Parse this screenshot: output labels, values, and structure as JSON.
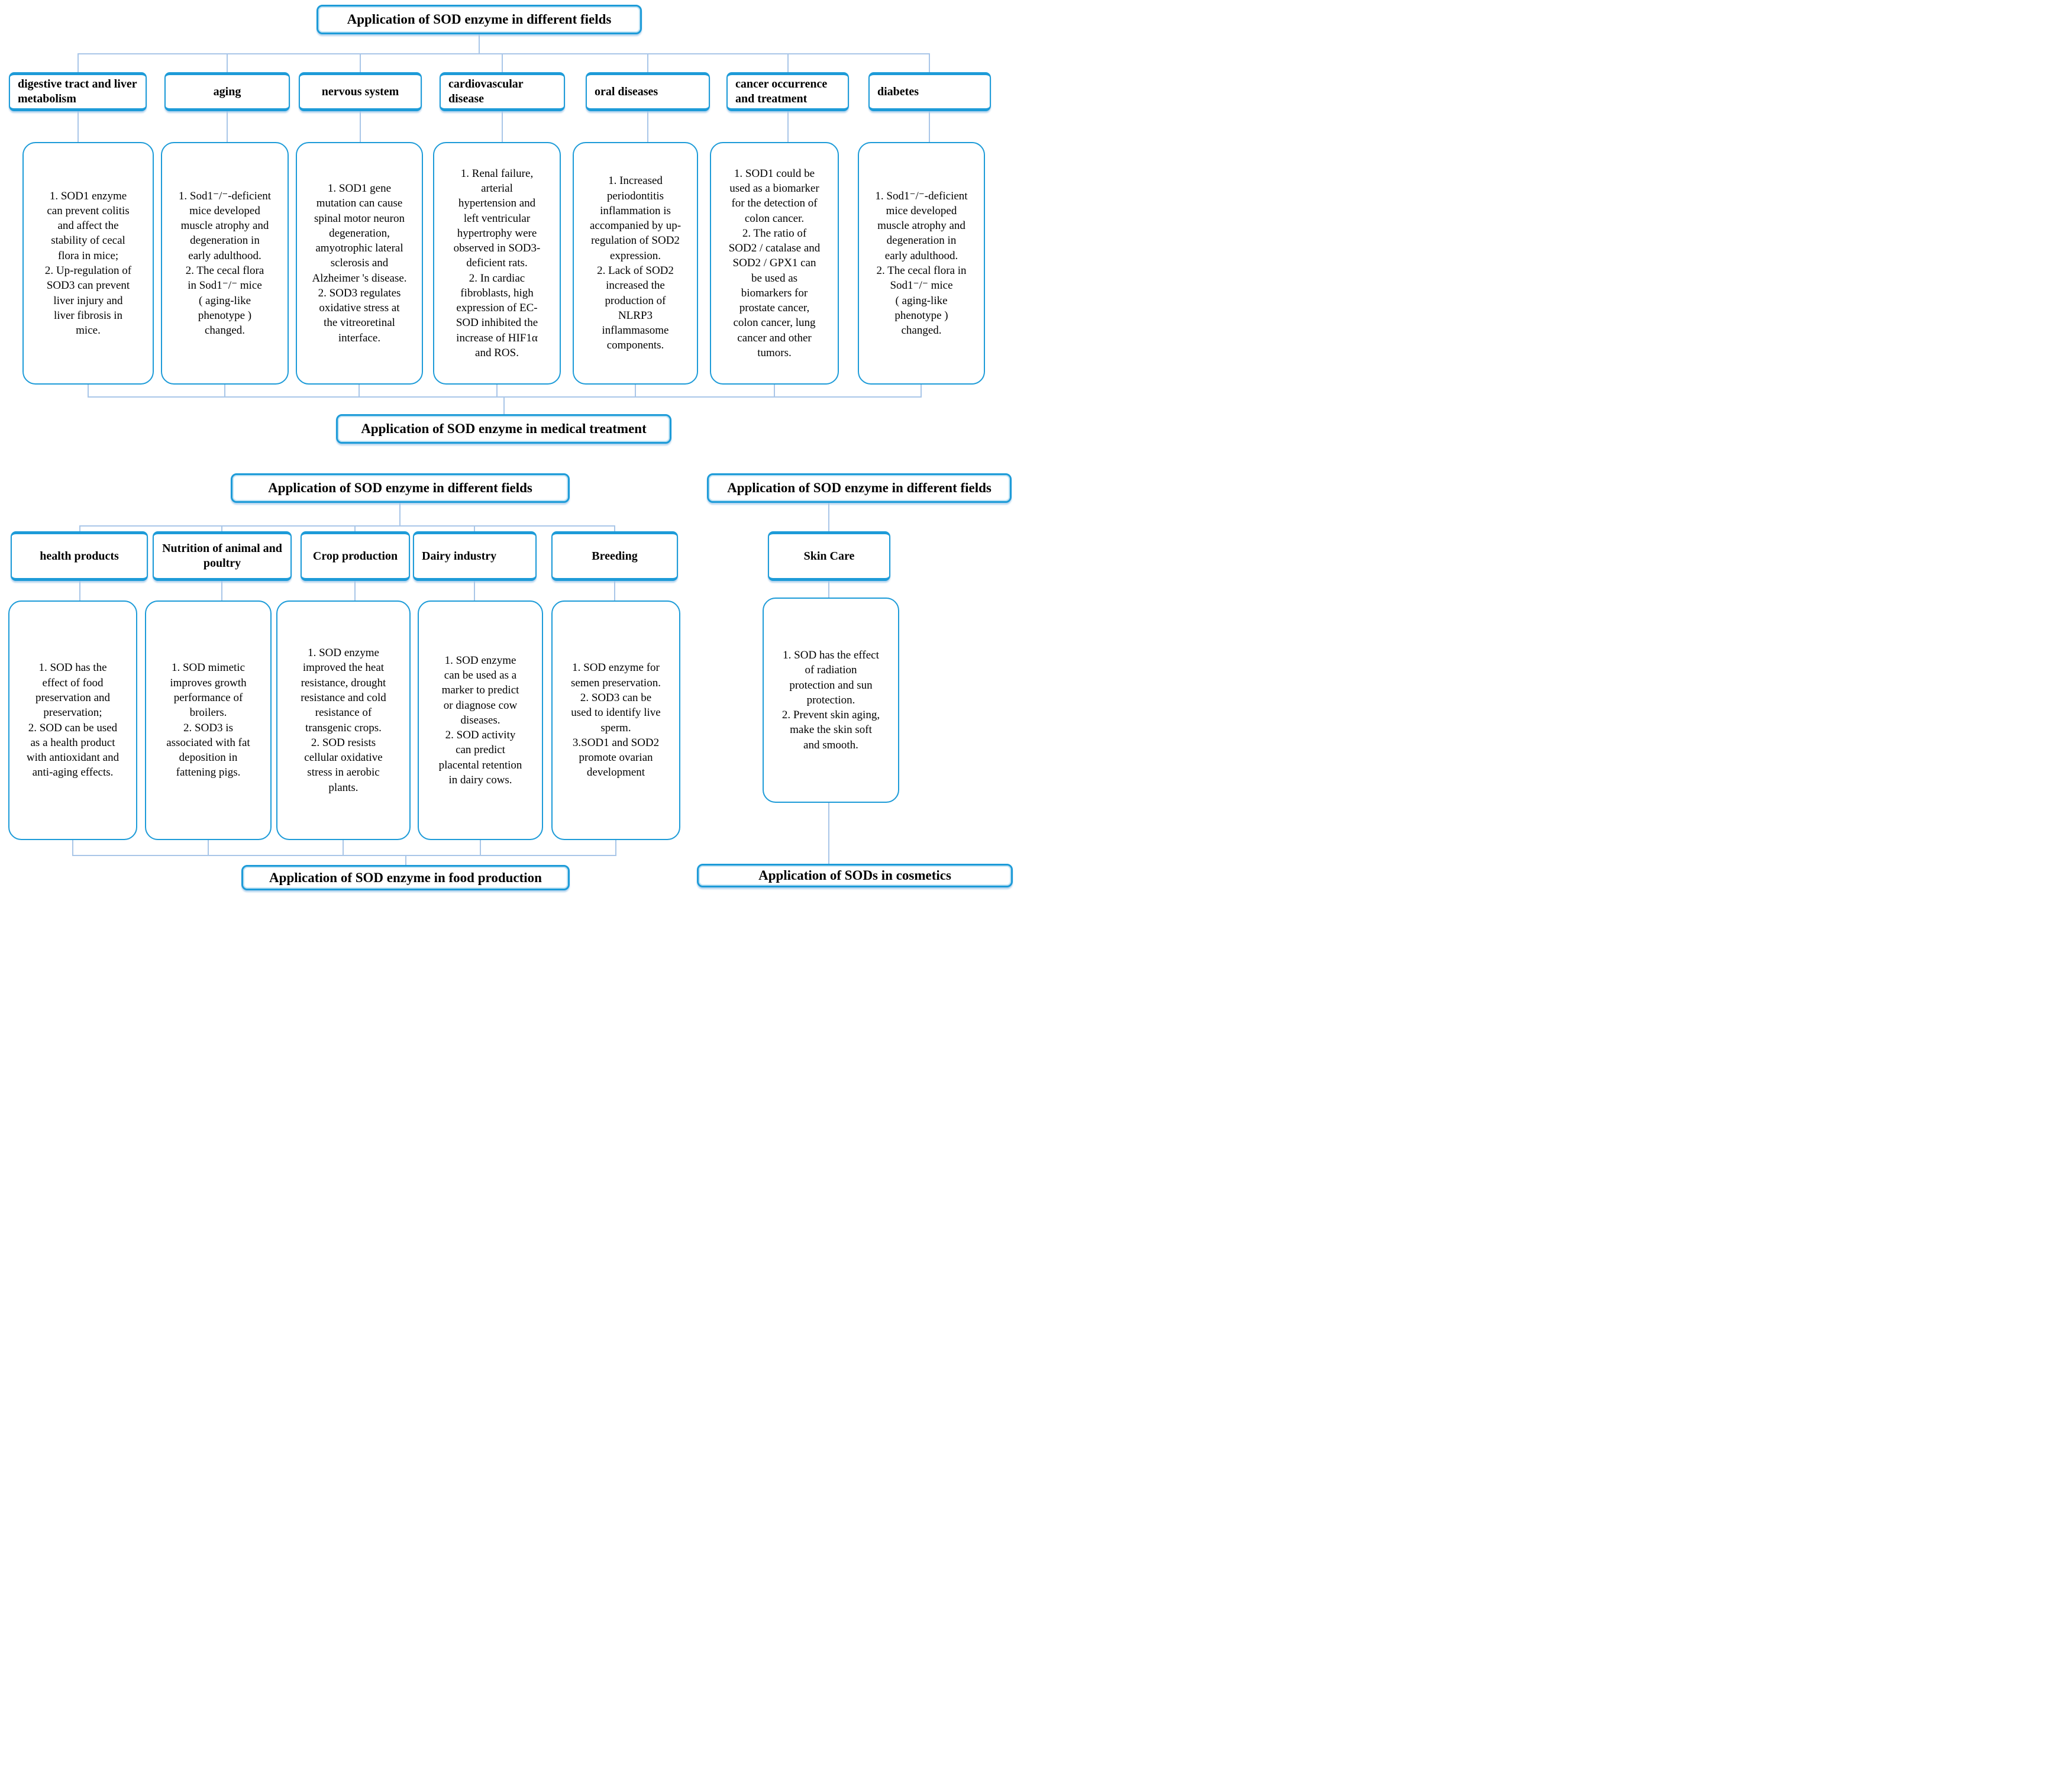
{
  "colors": {
    "box_border_blue": "#1d9bd8",
    "connector_blue": "#a9c6e8",
    "text": "#000000",
    "background": "#ffffff"
  },
  "medical_section": {
    "root_title": "Application of SOD enzyme in different fields",
    "summary_title": "Application of SOD enzyme in medical treatment",
    "branches": [
      {
        "label": "digestive tract and liver metabolism",
        "content": "1. SOD1 enzyme\ncan prevent colitis\nand affect the\nstability of cecal\nflora in mice;\n2. Up-regulation of\nSOD3 can prevent\nliver injury and\nliver fibrosis in\nmice."
      },
      {
        "label": "aging",
        "content": "1. Sod1⁻/⁻-deficient\nmice developed\nmuscle atrophy and\ndegeneration in\nearly adulthood.\n2. The cecal flora\nin Sod1⁻/⁻ mice\n( aging-like\nphenotype )\nchanged."
      },
      {
        "label": "nervous system",
        "content": "1. SOD1 gene\nmutation can cause\nspinal motor neuron\ndegeneration,\namyotrophic lateral\nsclerosis and\nAlzheimer 's disease.\n2. SOD3 regulates\noxidative stress at\nthe vitreoretinal\ninterface."
      },
      {
        "label": "cardiovascular disease",
        "content": "1. Renal failure,\narterial\nhypertension and\nleft ventricular\nhypertrophy were\nobserved in SOD3-\ndeficient rats.\n2. In cardiac\nfibroblasts, high\nexpression of EC-\nSOD inhibited the\nincrease of HIF1α\nand ROS."
      },
      {
        "label": "oral diseases",
        "content": "1. Increased\nperiodontitis\ninflammation is\naccompanied by up-\nregulation of SOD2\nexpression.\n2. Lack of SOD2\nincreased the\nproduction of\nNLRP3\ninflammasome\ncomponents."
      },
      {
        "label": "cancer occurrence and treatment",
        "content": "1. SOD1 could be\nused as a biomarker\nfor the detection of\ncolon cancer.\n2. The ratio of\nSOD2 / catalase and\nSOD2 / GPX1 can\nbe used as\nbiomarkers for\nprostate cancer,\ncolon cancer, lung\ncancer and other\ntumors."
      },
      {
        "label": "diabetes",
        "content": "1. Sod1⁻/⁻-deficient\nmice developed\nmuscle atrophy and\ndegeneration in\nearly adulthood.\n2. The cecal flora in\nSod1⁻/⁻ mice\n( aging-like\nphenotype )\nchanged."
      }
    ]
  },
  "food_section": {
    "root_title": "Application of SOD enzyme in different fields",
    "summary_title": "Application of SOD enzyme in food production",
    "branches": [
      {
        "label": "health products",
        "content": "1. SOD has the\neffect of food\npreservation and\npreservation;\n2. SOD can be used\nas a health product\nwith antioxidant and\nanti-aging effects."
      },
      {
        "label": "Nutrition of animal and poultry",
        "content": "1. SOD mimetic\nimproves growth\nperformance of\nbroilers.\n2. SOD3 is\nassociated with fat\ndeposition in\nfattening pigs."
      },
      {
        "label": "Crop production",
        "content": "1. SOD enzyme\nimproved the heat\nresistance, drought\nresistance and cold\nresistance of\ntransgenic crops.\n2. SOD resists\ncellular oxidative\nstress in aerobic\nplants."
      },
      {
        "label": "Dairy industry",
        "content": "1. SOD enzyme\ncan be used as a\nmarker to predict\nor diagnose cow\ndiseases.\n2. SOD activity\ncan predict\nplacental retention\nin dairy cows."
      },
      {
        "label": "Breeding",
        "content": "1. SOD enzyme for\nsemen preservation.\n2. SOD3 can be\nused to identify live\nsperm.\n3.SOD1 and SOD2\npromote ovarian\ndevelopment"
      }
    ]
  },
  "cosmetics_section": {
    "root_title": "Application of SOD enzyme in different fields",
    "summary_title": "Application of SODs in cosmetics",
    "branches": [
      {
        "label": "Skin Care",
        "content": "1. SOD has the effect\nof radiation\nprotection and sun\nprotection.\n2. Prevent skin aging,\nmake the skin soft\nand smooth."
      }
    ]
  }
}
